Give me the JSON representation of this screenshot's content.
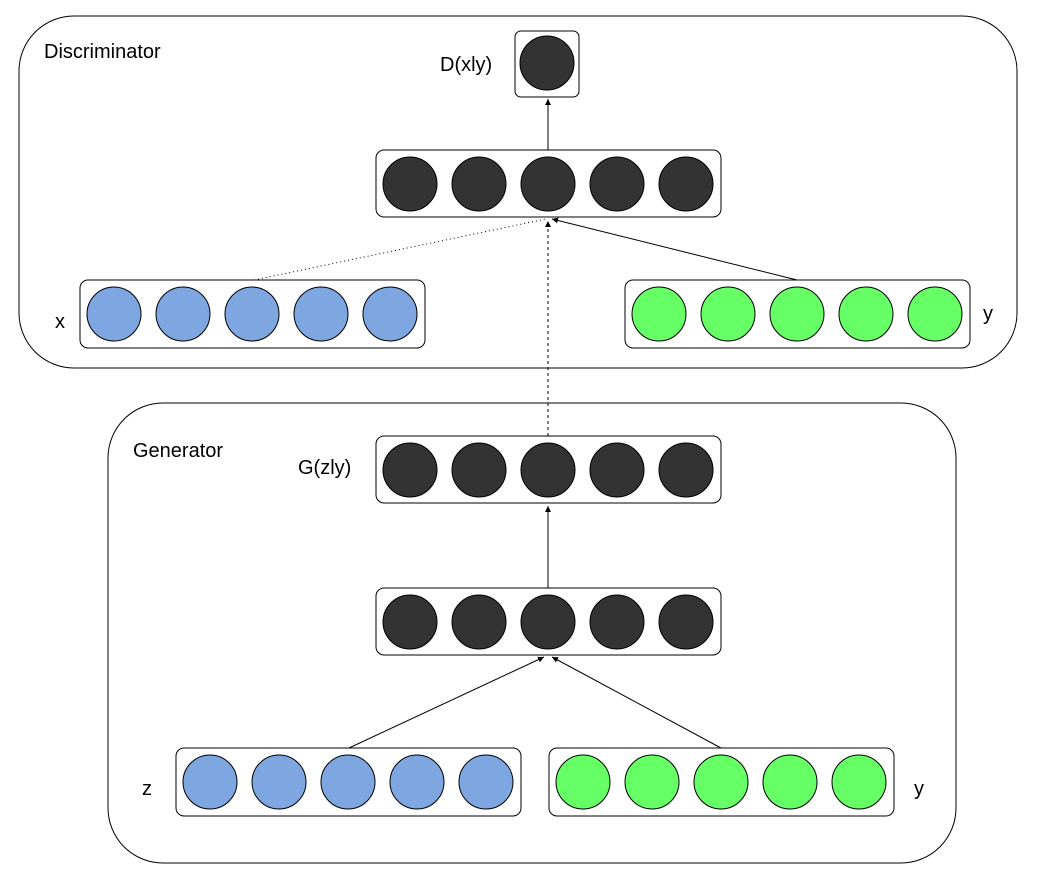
{
  "discriminator": {
    "title": "Discriminator",
    "output_label": "D(xly)",
    "input_x_label": "x",
    "input_y_label": "y"
  },
  "generator": {
    "title": "Generator",
    "output_label": "G(zly)",
    "input_z_label": "z",
    "input_y_label": "y"
  },
  "colors": {
    "dark_node": "#333333",
    "blue_node": "#7ea6e0",
    "green_node": "#66ff66"
  }
}
